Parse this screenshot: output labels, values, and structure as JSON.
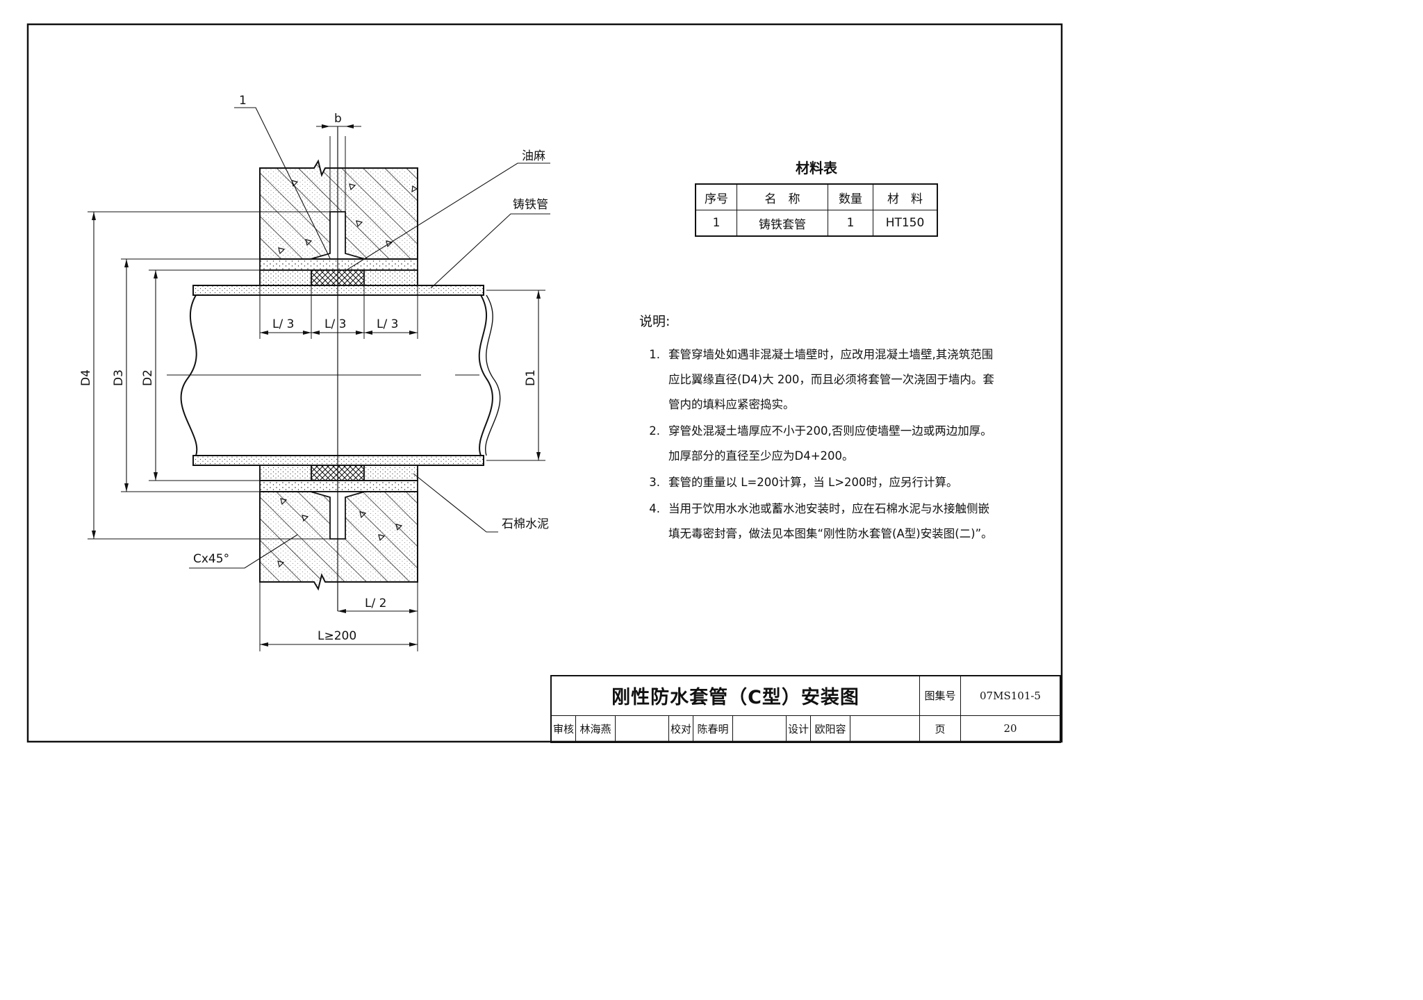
{
  "drawing": {
    "labels": {
      "part_number": "1",
      "oakum": "油麻",
      "cast_iron_pipe": "铸铁管",
      "asbestos_cement": "石棉水泥",
      "chamfer": "Cx45°"
    },
    "dimensions": {
      "b": "b",
      "d4": "D4",
      "d3": "D3",
      "d2": "D2",
      "d1": "D1",
      "l3_left": "L/ 3",
      "l3_mid": "L/ 3",
      "l3_right": "L/ 3",
      "l2": "L/ 2",
      "l_total": "L≥200"
    }
  },
  "material_table": {
    "title": "材料表",
    "headers": [
      "序号",
      "名　称",
      "数量",
      "材　料"
    ],
    "rows": [
      [
        "1",
        "铸铁套管",
        "1",
        "HT150"
      ]
    ]
  },
  "notes": {
    "heading": "说明:",
    "items": [
      {
        "num": "1.",
        "text": "套管穿墙处如遇非混凝土墙壁时，应改用混凝土墙壁,其浇筑范围应比翼缘直径(D4)大 200，而且必须将套管一次浇固于墙内。套管内的填料应紧密捣实。"
      },
      {
        "num": "2.",
        "text": "穿管处混凝土墙厚应不小于200,否则应使墙壁一边或两边加厚。加厚部分的直径至少应为D4+200。"
      },
      {
        "num": "3.",
        "text": "套管的重量以 L=200计算，当 L>200时，应另行计算。"
      },
      {
        "num": "4.",
        "text": "当用于饮用水水池或蓄水池安装时，应在石棉水泥与水接触侧嵌填无毒密封膏，做法见本图集“刚性防水套管(A型)安装图(二)”。"
      }
    ]
  },
  "title_block": {
    "title": "刚性防水套管（C型）安装图",
    "atlas_label": "图集号",
    "atlas_no": "07MS101-5",
    "review_label": "审核",
    "reviewer": "林海燕",
    "check_label": "校对",
    "checker": "陈春明",
    "design_label": "设计",
    "designer": "欧阳容",
    "page_label": "页",
    "page_no": "20"
  }
}
